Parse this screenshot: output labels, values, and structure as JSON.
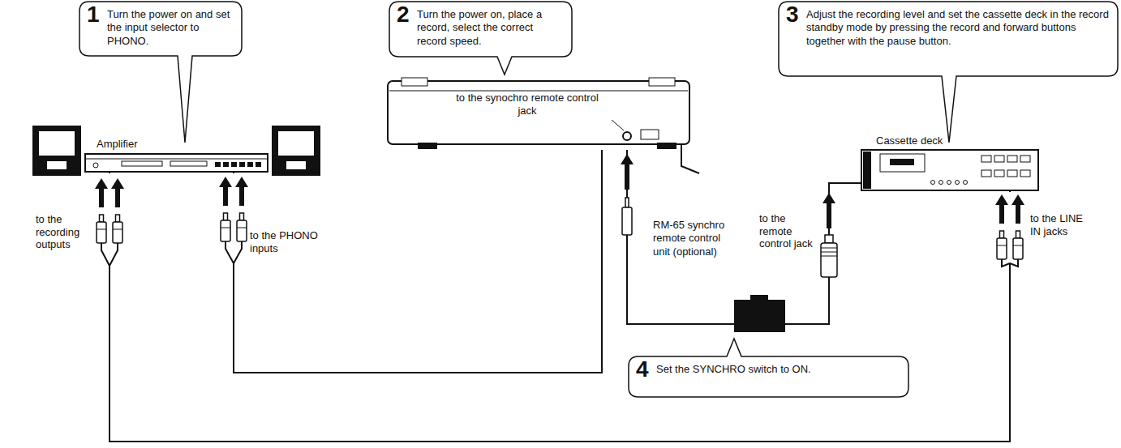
{
  "diagram": {
    "nodes": [
      {
        "text": [
          "1",
          "Turn the power on and set the input selector to PHONO."
        ]
      },
      {
        "text": [
          "2",
          "Turn the power on, place a record, select the correct record speed."
        ]
      },
      {
        "text": [
          "3",
          "Adjust the recording level and set the cassette deck in the record standby mode by pressing the record and forward buttons together with the pause button."
        ]
      },
      {
        "text": [
          "Amplifier"
        ]
      },
      {
        "text": [
          "to the synochro remote control jack"
        ]
      },
      {
        "text": [
          "Cassette deck"
        ]
      },
      {
        "text": [
          "RM-65 synchro remote control unit (optional)"
        ]
      },
      {
        "text": [
          "4",
          "Set the SYNCHRO switch to ON."
        ]
      }
    ],
    "edges": [
      {
        "from": 4,
        "to": 3,
        "arrow": "none"
      },
      {
        "from": 3,
        "to": 5,
        "arrow": "none"
      },
      {
        "from": 4,
        "to": 6,
        "arrow": "none"
      },
      {
        "from": 6,
        "to": 5,
        "arrow": "none"
      }
    ],
    "labels": [
      "to the recording outputs",
      "to the PHONO inputs",
      "to the remote control jack",
      "to the LINE IN jacks"
    ]
  }
}
